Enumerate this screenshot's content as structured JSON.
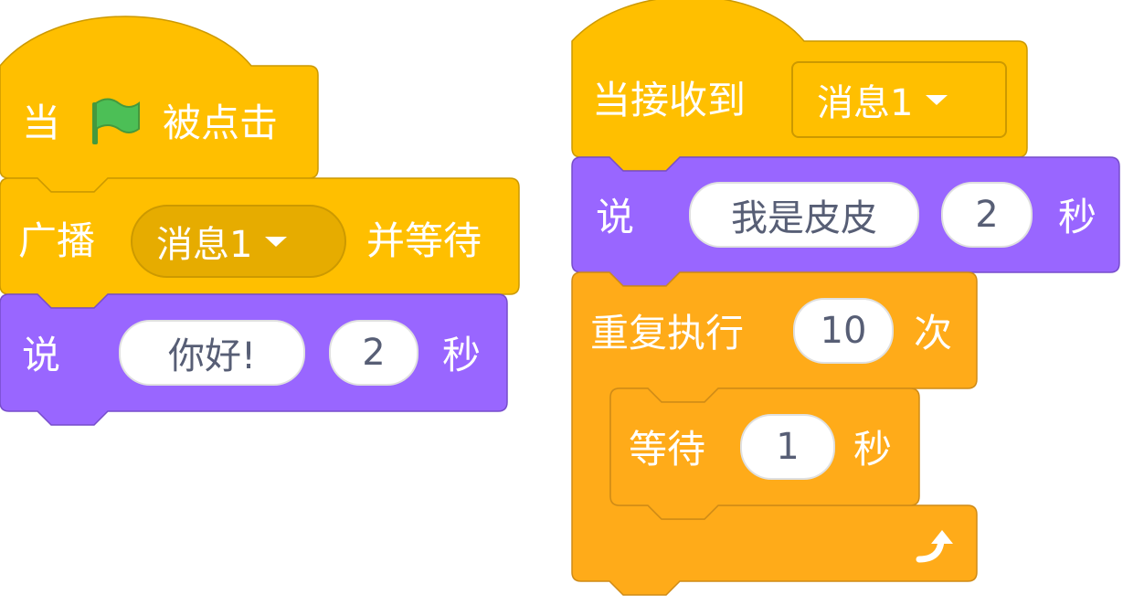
{
  "colors": {
    "events": "#ffbf00",
    "events_border": "#cc9900",
    "events_field": "#e6ac00",
    "looks": "#9966ff",
    "looks_border": "#774dcb",
    "control": "#ffab19",
    "control_border": "#cf8b17",
    "flag": "#4cbf56"
  },
  "script1": {
    "hat": {
      "when": "当",
      "icon": "green-flag-icon",
      "clicked": "被点击"
    },
    "broadcast": {
      "label": "广播",
      "message": "消息1",
      "and_wait": "并等待"
    },
    "say": {
      "label": "说",
      "text": "你好!",
      "secs": "2",
      "unit": "秒"
    }
  },
  "script2": {
    "hat": {
      "label": "当接收到",
      "message": "消息1"
    },
    "say": {
      "label": "说",
      "text": "我是皮皮",
      "secs": "2",
      "unit": "秒"
    },
    "repeat": {
      "label": "重复执行",
      "times": "10",
      "unit": "次",
      "icon": "loop-arrow-icon"
    },
    "wait": {
      "label": "等待",
      "secs": "1",
      "unit": "秒"
    }
  }
}
